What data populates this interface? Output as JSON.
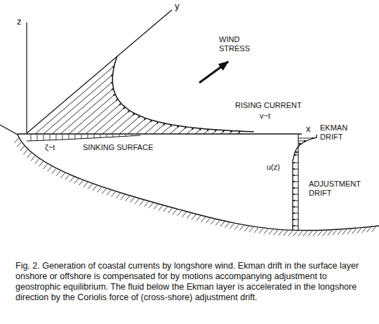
{
  "diagram": {
    "caption": "Fig. 2. Generation of coastal currents by longshore wind. Ekman drift in the surface layer onshore or offshore is compensated for by motions accompanying adjustment to geostrophic equilibrium. The fluid below the Ekman layer is accelerated in the longshore direction by the Coriolis force of (cross-shore) adjustment drift.",
    "labels": [
      "z",
      "y",
      "x",
      "WIND STRESS",
      "RISING CURRENT",
      "v~t",
      "ζ~t",
      "SINKING SURFACE",
      "EKMAN DRIFT",
      "u(z)",
      "ADJUSTMENT DRIFT"
    ]
  }
}
